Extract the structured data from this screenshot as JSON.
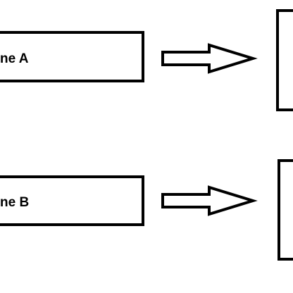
{
  "diagram": {
    "rows": [
      {
        "id": "a",
        "label": "ne A",
        "arrow_icon": "right-arrow-icon"
      },
      {
        "id": "b",
        "label": "ne B",
        "arrow_icon": "right-arrow-icon"
      }
    ],
    "colors": {
      "stroke": "#000000",
      "fill": "#ffffff"
    }
  }
}
